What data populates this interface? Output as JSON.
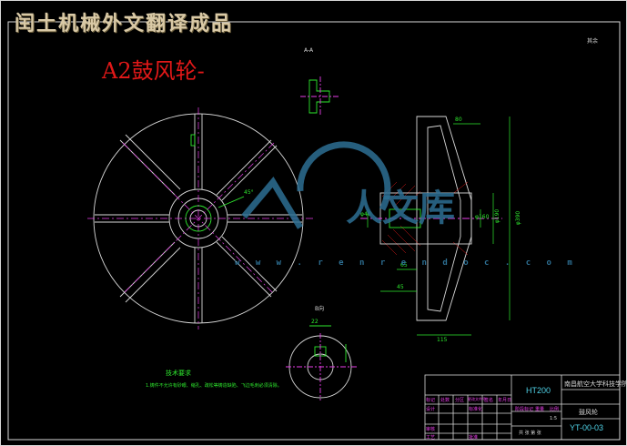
{
  "header": {
    "site_title": "闰土机械外文翻译成品",
    "drawing_title": "A2鼓风轮-"
  },
  "corner_note": "其余",
  "section_labels": {
    "section_aa": "A-A",
    "section_b": "B向"
  },
  "tech_requirements": {
    "heading": "技术要求",
    "line1": "1.铸件不允许有砂眼、缩孔、疏松等铸造缺陷、飞边毛刺必须清除。"
  },
  "title_block": {
    "material": "HT200",
    "school": "南昌航空大学科技学院",
    "part_name": "鼓风轮",
    "drawing_number": "YT-00-03",
    "headers_row1": [
      "标记",
      "处数",
      "分区",
      "更改文件号",
      "签名",
      "年月日"
    ],
    "headers_row2": [
      "设计",
      "",
      "标准化",
      ""
    ],
    "headers_row3": [
      "审核",
      "",
      "",
      ""
    ],
    "headers_row4": [
      "工艺",
      "",
      "批准",
      ""
    ],
    "stage_labels": [
      "阶段标记",
      "重量",
      "比例"
    ],
    "scale": "1:5",
    "sheet_text": "共 张 第 张"
  },
  "watermark": {
    "text": "人文库",
    "url": "w w w . r e n r e n d o c . c o m"
  },
  "dimensions": [
    "φ390",
    "φ190",
    "φ160",
    "φ40",
    "115",
    "45",
    "65",
    "80",
    "22",
    "45°"
  ],
  "colors": {
    "background": "#000000",
    "lines": "#d8d8d8",
    "green": "#2ee82e",
    "magenta": "#e83ee8",
    "red": "#e01818",
    "cyan": "#4fd1e6",
    "yellow": "#e8e83e"
  }
}
